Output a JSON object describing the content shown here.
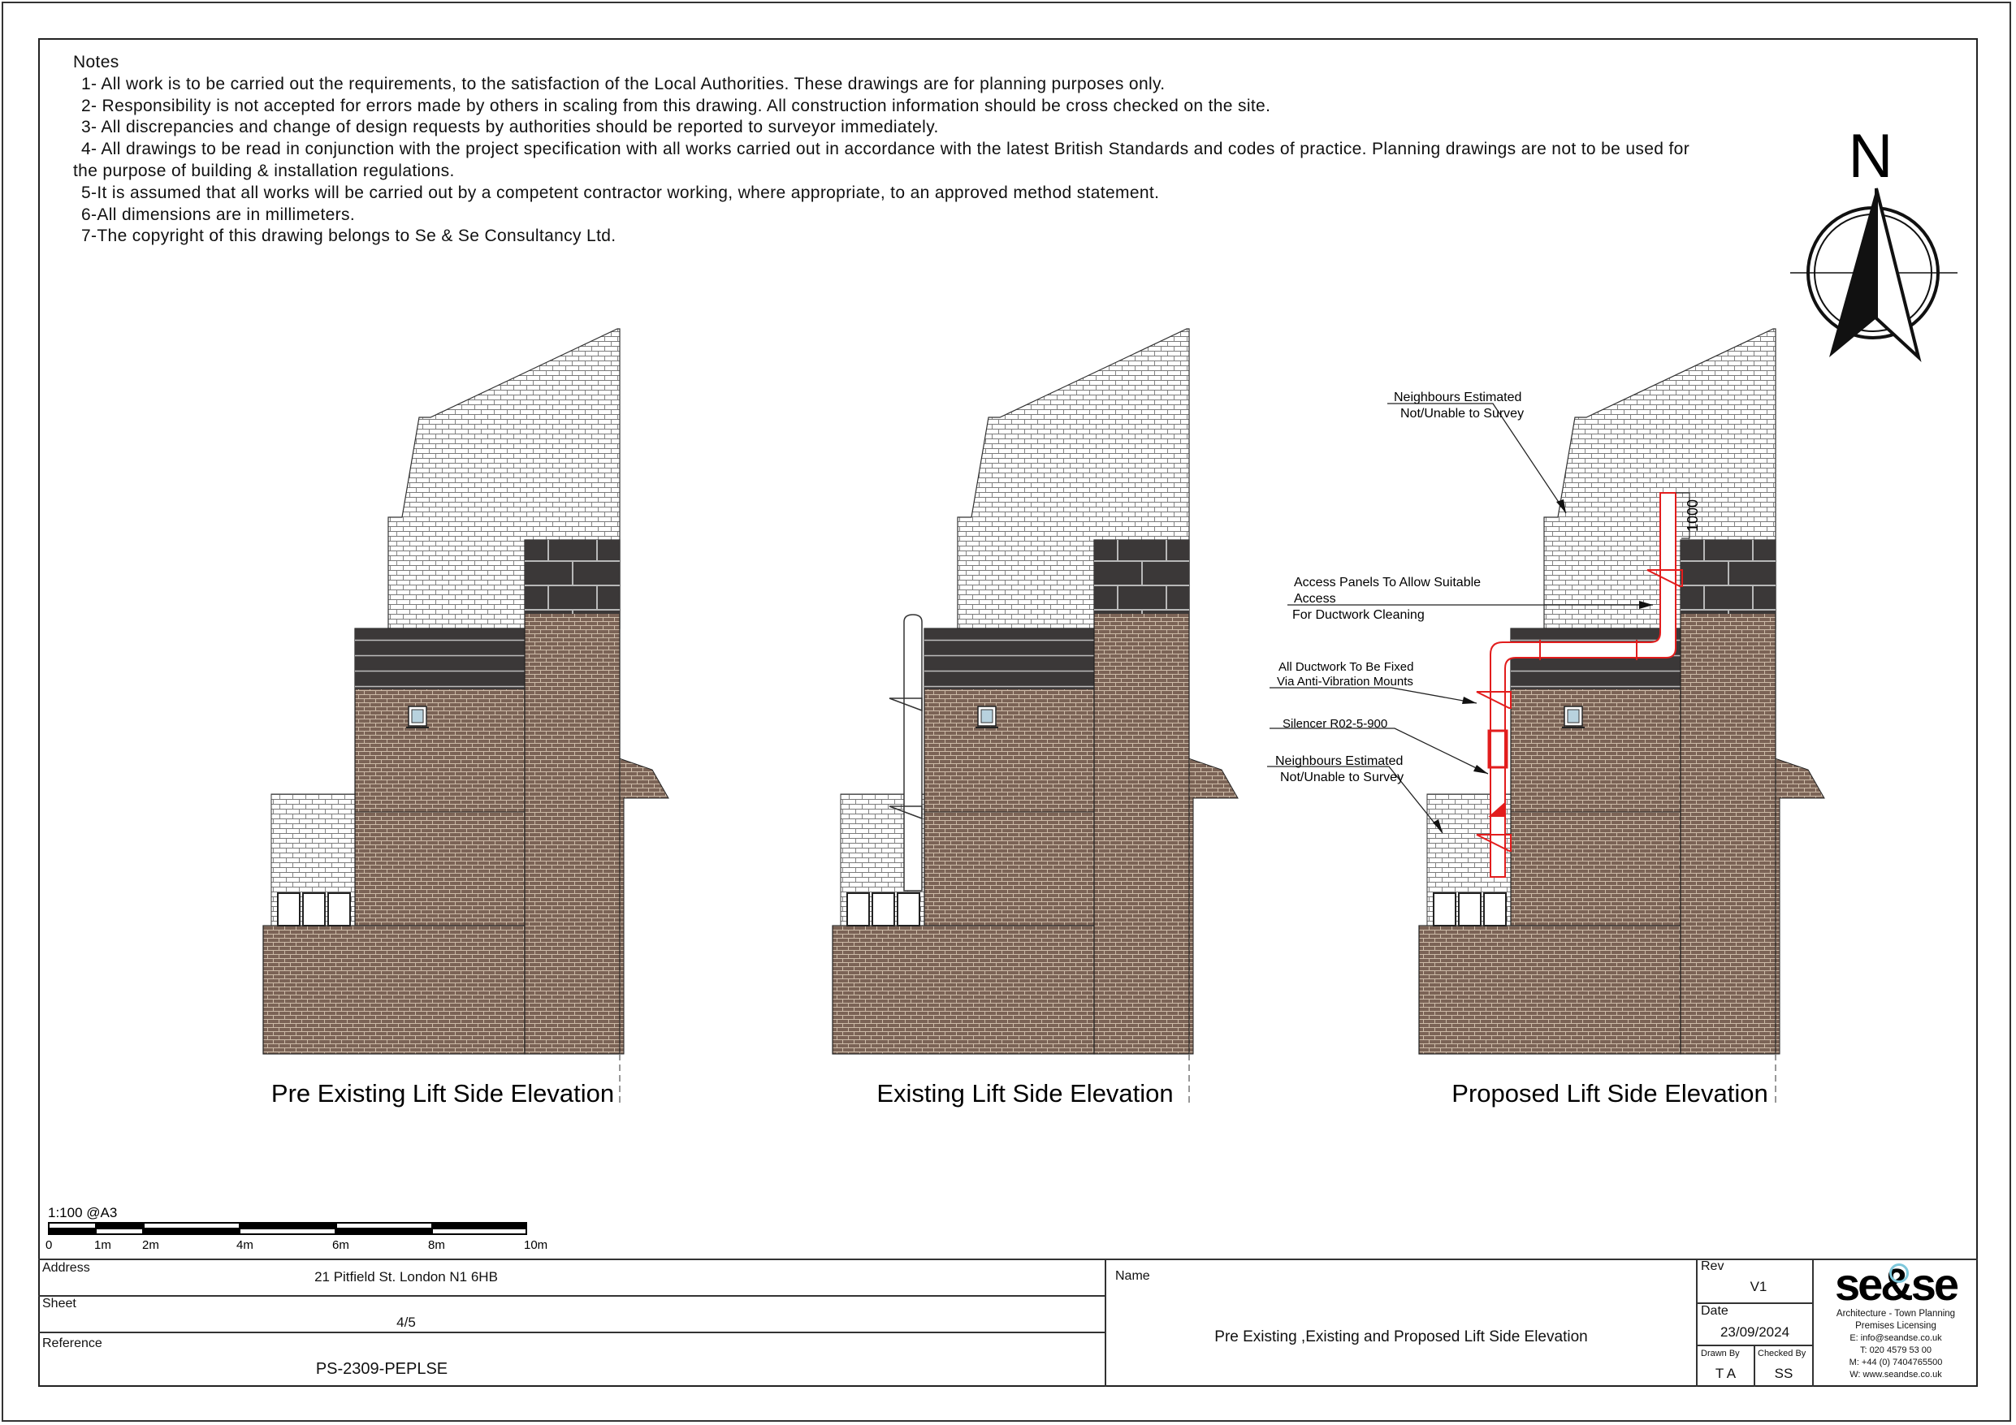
{
  "notes": {
    "heading": "Notes",
    "items": [
      "1- All work is to be carried out the requirements, to the satisfaction of the Local Authorities. These drawings are for planning purposes only.",
      "2- Responsibility is not accepted for errors made by others in scaling from this drawing. All construction information should be cross checked on the site.",
      "3- All discrepancies and change of design requests by authorities should be reported to surveyor immediately.",
      "4- All drawings to be read in conjunction with the project specification with all works carried out in accordance with the latest British Standards and codes of practice. Planning drawings are not to be used for",
      "the purpose of building & installation regulations.",
      "5-It is assumed that all works will be carried out by a competent contractor working, where appropriate, to an approved method statement.",
      "6-All dimensions are in millimeters.",
      "7-The copyright of this drawing belongs to Se & Se Consultancy Ltd."
    ]
  },
  "north_arrow": {
    "label": "N"
  },
  "elevations": [
    {
      "title": "Pre Existing Lift Side Elevation"
    },
    {
      "title": "Existing Lift Side Elevation"
    },
    {
      "title": "Proposed Lift Side Elevation"
    }
  ],
  "annotations": {
    "neighbours_top": [
      "Neighbours Estimated",
      "Not/Unable to Survey"
    ],
    "access_panels": [
      "Access Panels To Allow Suitable",
      "Access",
      "For Ductwork Cleaning"
    ],
    "ductwork_fixed": [
      "All Ductwork To Be Fixed",
      "Via Anti-Vibration Mounts"
    ],
    "silencer": "Silencer R02-5-900",
    "neighbours_bottom": [
      "Neighbours Estimated",
      "Not/Unable to Survey"
    ],
    "dimension": "1000"
  },
  "scale_bar": {
    "scale": "1:100  @A3",
    "ticks": [
      "0",
      "1m",
      "2m",
      "4m",
      "6m",
      "8m",
      "10m"
    ]
  },
  "title_block": {
    "address_label": "Address",
    "address": "21 Pitfield St. London N1 6HB",
    "sheet_label": "Sheet",
    "sheet": "4/5",
    "reference_label": "Reference",
    "reference": "PS-2309-PEPLSE",
    "name_label": "Name",
    "name": "Pre Existing ,Existing and Proposed Lift Side Elevation",
    "rev_label": "Rev",
    "rev": "V1",
    "date_label": "Date",
    "date": "23/09/2024",
    "drawn_by_label": "Drawn By",
    "drawn_by": "T A",
    "checked_by_label": "Checked By",
    "checked_by": "SS"
  },
  "company": {
    "logo_text": "se&se",
    "tagline1": "Architecture - Town Planning",
    "tagline2": "Premises Licensing",
    "email": "E: info@seandse.co.uk",
    "phone": "T: 020 4579 53 00",
    "mobile": "M: +44 (0) 7404765500",
    "web": "W: www.seandse.co.uk"
  },
  "colors": {
    "duct_red": "#e21d1d",
    "logo_blue": "#7ec8dc"
  }
}
